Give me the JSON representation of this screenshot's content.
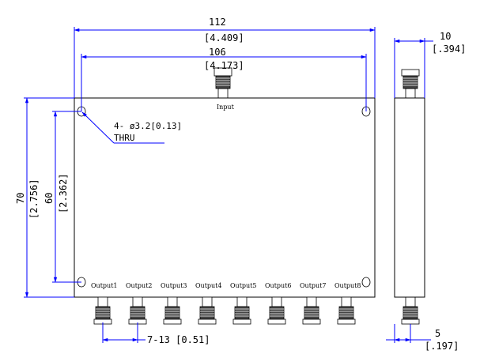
{
  "drawing": {
    "top_view": {
      "overall_width": {
        "mm": "112",
        "in": "[4.409]"
      },
      "hole_spacing_x": {
        "mm": "106",
        "in": "[4.173]"
      },
      "overall_height": {
        "mm": "70",
        "in": "[2.756]"
      },
      "hole_spacing_y": {
        "mm": "60",
        "in": "[2.362]"
      },
      "hole_callout": {
        "line1": "4- ø3.2[0.13]",
        "line2": "THRU"
      },
      "input_label": "Input",
      "outputs": [
        "Output1",
        "Output2",
        "Output3",
        "Output4",
        "Output5",
        "Output6",
        "Output7",
        "Output8"
      ],
      "pitch": "7-13 [0.51]"
    },
    "side_view": {
      "thickness": {
        "mm": "10",
        "in": "[.394]"
      },
      "connector_offset": {
        "mm": "5",
        "in": "[.197]"
      }
    }
  }
}
